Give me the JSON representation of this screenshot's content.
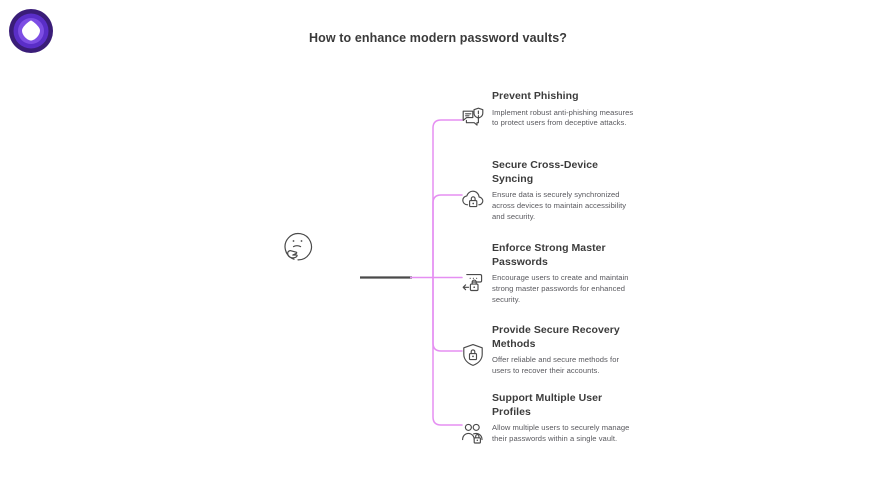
{
  "brand": {
    "logo_icon": "shield-play-logo-icon",
    "colors": {
      "logo_outer": "#3a1d78",
      "logo_mid": "#5a2ec8",
      "logo_inner": "#7d4ee4",
      "logo_mark": "#ffffff",
      "connector": "#e58ff2",
      "stem": "#4a4a4a",
      "heading": "#3c3c3c",
      "body": "#59595e",
      "title": "#3a3a3a",
      "background": "#ffffff",
      "icon_stroke": "#4a4a4a"
    }
  },
  "header": {
    "title": "How to enhance modern password vaults?"
  },
  "central_node": {
    "icon": "thinking-face-icon",
    "label": ""
  },
  "diagram": {
    "type": "mind-map",
    "orientation": "left-to-right",
    "branch_count": 5,
    "branches": [
      {
        "icon": "chat-shield-alert-icon",
        "heading": "Prevent Phishing",
        "description": "Implement robust anti-phishing measures to protect users from deceptive attacks."
      },
      {
        "icon": "cloud-lock-icon",
        "heading": "Secure Cross-Device Syncing",
        "description": "Ensure data is securely synchronized across devices to maintain accessibility and security."
      },
      {
        "icon": "password-field-lock-icon",
        "heading": "Enforce Strong Master Passwords",
        "description": "Encourage users to create and maintain strong master passwords for enhanced security."
      },
      {
        "icon": "shield-lock-icon",
        "heading": "Provide Secure Recovery Methods",
        "description": "Offer reliable and secure methods for users to recover their accounts."
      },
      {
        "icon": "users-lock-icon",
        "heading": "Support Multiple User Profiles",
        "description": "Allow multiple users to securely manage their passwords within a single vault."
      }
    ]
  }
}
